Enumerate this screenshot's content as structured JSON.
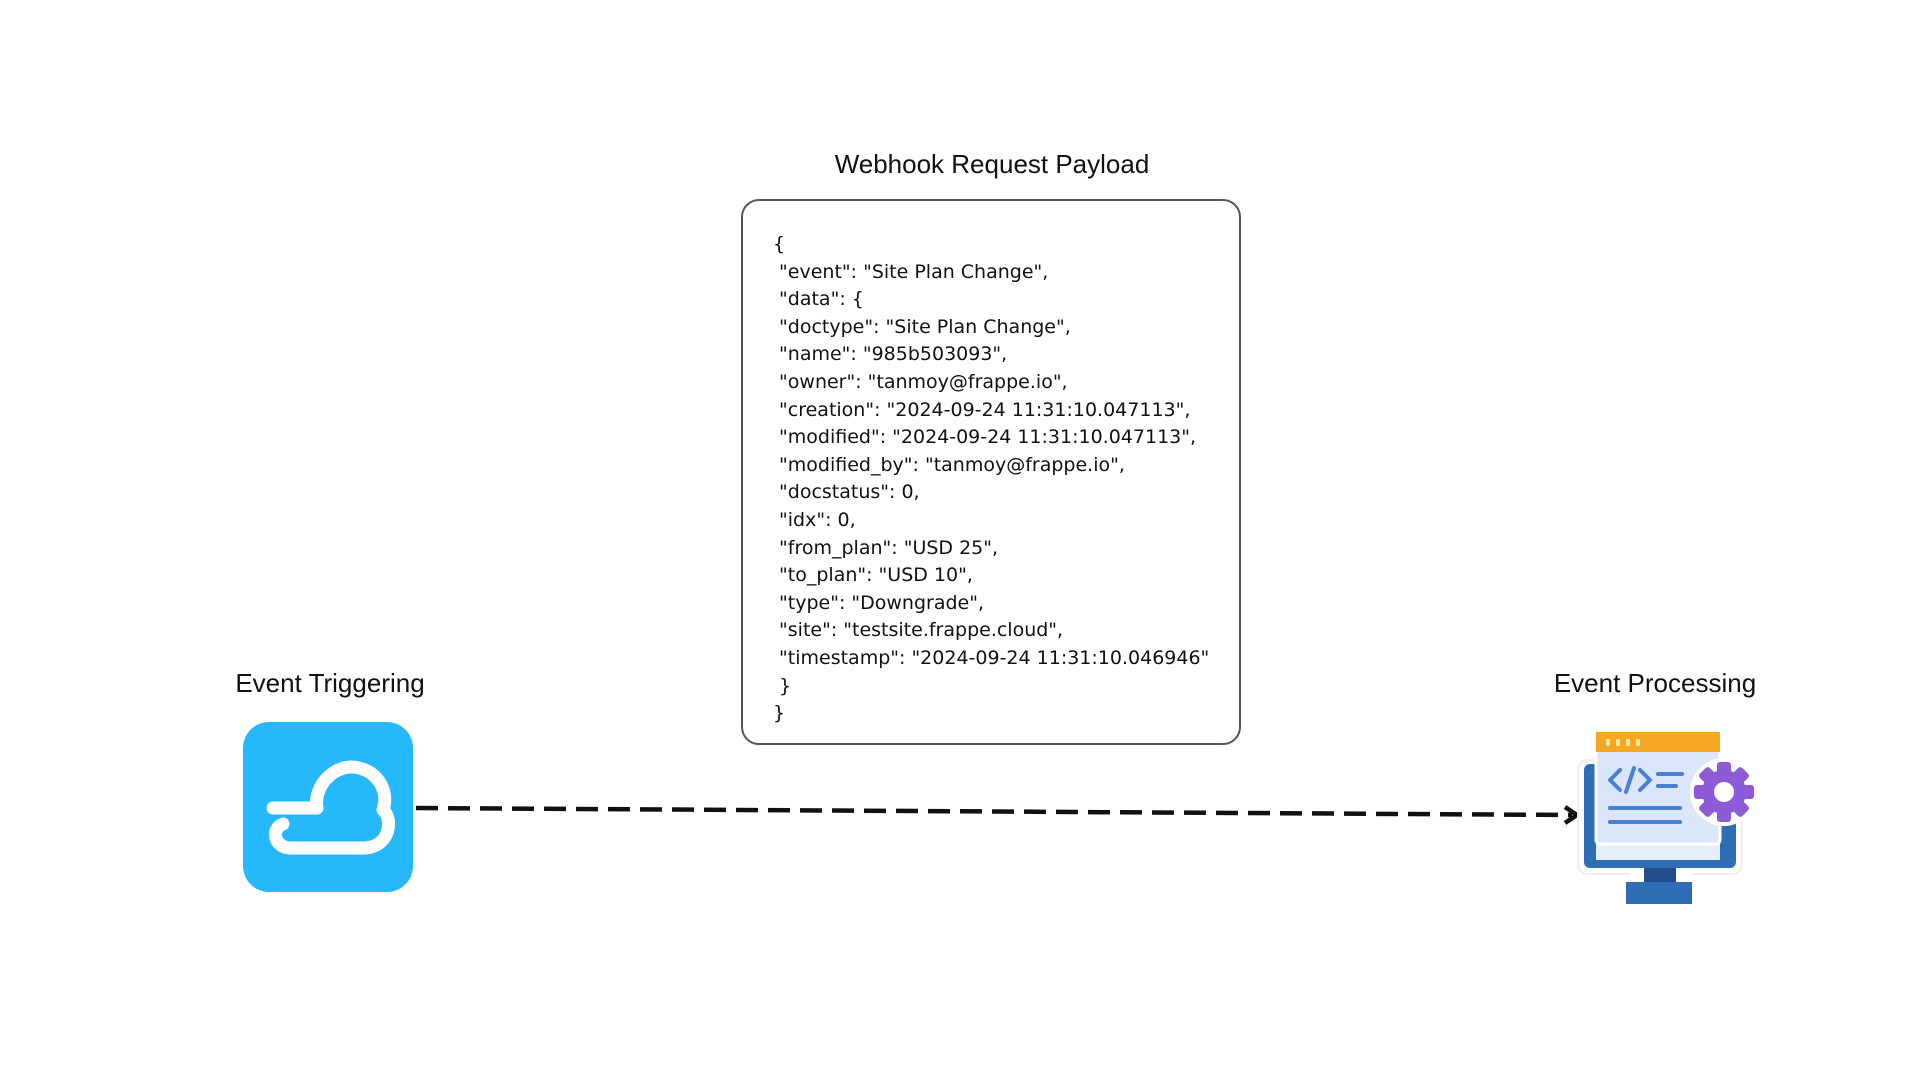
{
  "payload": {
    "title": "Webhook Request Payload",
    "lines": [
      "{",
      " \"event\": \"Site Plan Change\",",
      " \"data\": {",
      " \"doctype\": \"Site Plan Change\",",
      " \"name\": \"985b503093\",",
      " \"owner\": \"tanmoy@frappe.io\",",
      " \"creation\": \"2024-09-24 11:31:10.047113\",",
      " \"modified\": \"2024-09-24 11:31:10.047113\",",
      " \"modified_by\": \"tanmoy@frappe.io\",",
      " \"docstatus\": 0,",
      " \"idx\": 0,",
      " \"from_plan\": \"USD 25\",",
      " \"to_plan\": \"USD 10\",",
      " \"type\": \"Downgrade\",",
      " \"site\": \"testsite.frappe.cloud\",",
      " \"timestamp\": \"2024-09-24 11:31:10.046946\"",
      " }",
      "}"
    ]
  },
  "source": {
    "label": "Event Triggering",
    "icon": "cloud-sync-icon",
    "color": "#25b9fb"
  },
  "target": {
    "label": "Event Processing",
    "icon": "code-monitor-gear-icon"
  },
  "connector": {
    "style": "dashed-arrow",
    "color": "#111111"
  }
}
